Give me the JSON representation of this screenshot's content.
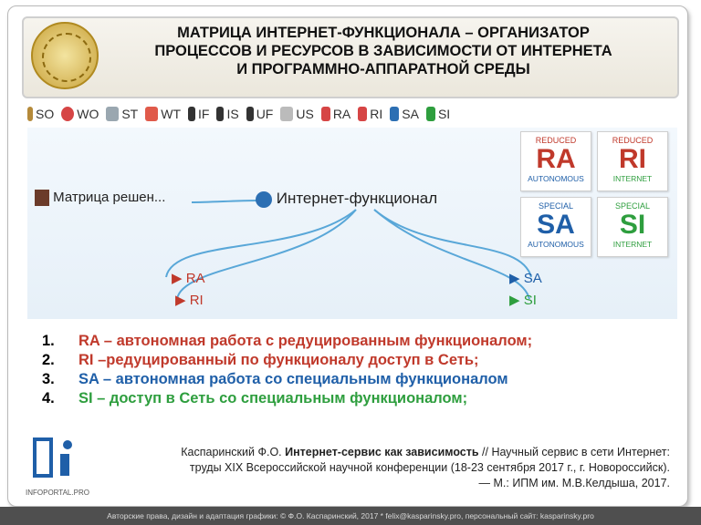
{
  "title": {
    "line1": "МАТРИЦА ИНТЕРНЕТ-ФУНКЦИОНАЛА – ОРГАНИЗАТОР",
    "line2": "ПРОЦЕССОВ И РЕСУРСОВ В ЗАВИСИМОСТИ ОТ ИНТЕРНЕТА",
    "line3": "И ПРОГРАММНО-АППАРАТНОЙ СРЕДЫ"
  },
  "toolbar": {
    "items": [
      {
        "label": "SO",
        "color": "#2e8b57"
      },
      {
        "label": "WO",
        "color": "#c0392b"
      },
      {
        "label": "ST",
        "color": "#7f8c8d"
      },
      {
        "label": "WT",
        "color": "#c0392b"
      },
      {
        "label": "IF",
        "color": "#d35400"
      },
      {
        "label": "IS",
        "color": "#c0392b"
      },
      {
        "label": "UF",
        "color": "#2e8b57"
      },
      {
        "label": "US",
        "color": "#2c6fb3"
      },
      {
        "label": "RA",
        "color": "#c0392b"
      },
      {
        "label": "RI",
        "color": "#c0392b"
      },
      {
        "label": "SA",
        "color": "#2c6fb3"
      },
      {
        "label": "SI",
        "color": "#2e8b57"
      }
    ]
  },
  "map": {
    "left_node": "Матрица решен...",
    "center_node": "Интернет-функционал",
    "ra": "RA",
    "ri": "RI",
    "sa": "SA",
    "si": "SI"
  },
  "cards": [
    {
      "top": "REDUCED",
      "big": "RA",
      "bottom": "AUTONOMOUS",
      "color": "#c0392b"
    },
    {
      "top": "REDUCED",
      "big": "RI",
      "bottom": "INTERNET",
      "color": "#c0392b"
    },
    {
      "top": "SPECIAL",
      "big": "SA",
      "bottom": "AUTONOMOUS",
      "color": "#1f5fa8"
    },
    {
      "top": "SPECIAL",
      "big": "SI",
      "bottom": "INTERNET",
      "color": "#2e9e3e"
    }
  ],
  "list": [
    {
      "num": "1.",
      "text": "RA – автономная работа с редуцированным функционалом;",
      "color": "#c0392b"
    },
    {
      "num": "2.",
      "text": "RI –редуцированный по функционалу доступ в Сеть;",
      "color": "#c0392b"
    },
    {
      "num": "3.",
      "text": "SA – автономная работа со специальным функционалом",
      "color": "#1f5fa8"
    },
    {
      "num": "4.",
      "text": "SI – доступ в Сеть со специальным функционалом;",
      "color": "#2e9e3e"
    }
  ],
  "reference": {
    "author": "Каспаринский Ф.О. ",
    "title": "Интернет-сервис как зависимость",
    "rest1": " // Научный сервис в сети Интернет:",
    "line2": "труды XIX Всероссийской научной конференции (18-23 сентября 2017 г., г. Новороссийск).",
    "line3": "— М.: ИПМ им. М.В.Келдыша, 2017."
  },
  "logo_caption": "INFOPORTAL.PRO",
  "footer": "Авторские права, дизайн и адаптация графики: © Ф.О. Каспаринский, 2017 * felix@kasparinsky.pro, персональный сайт: kasparinsky.pro"
}
